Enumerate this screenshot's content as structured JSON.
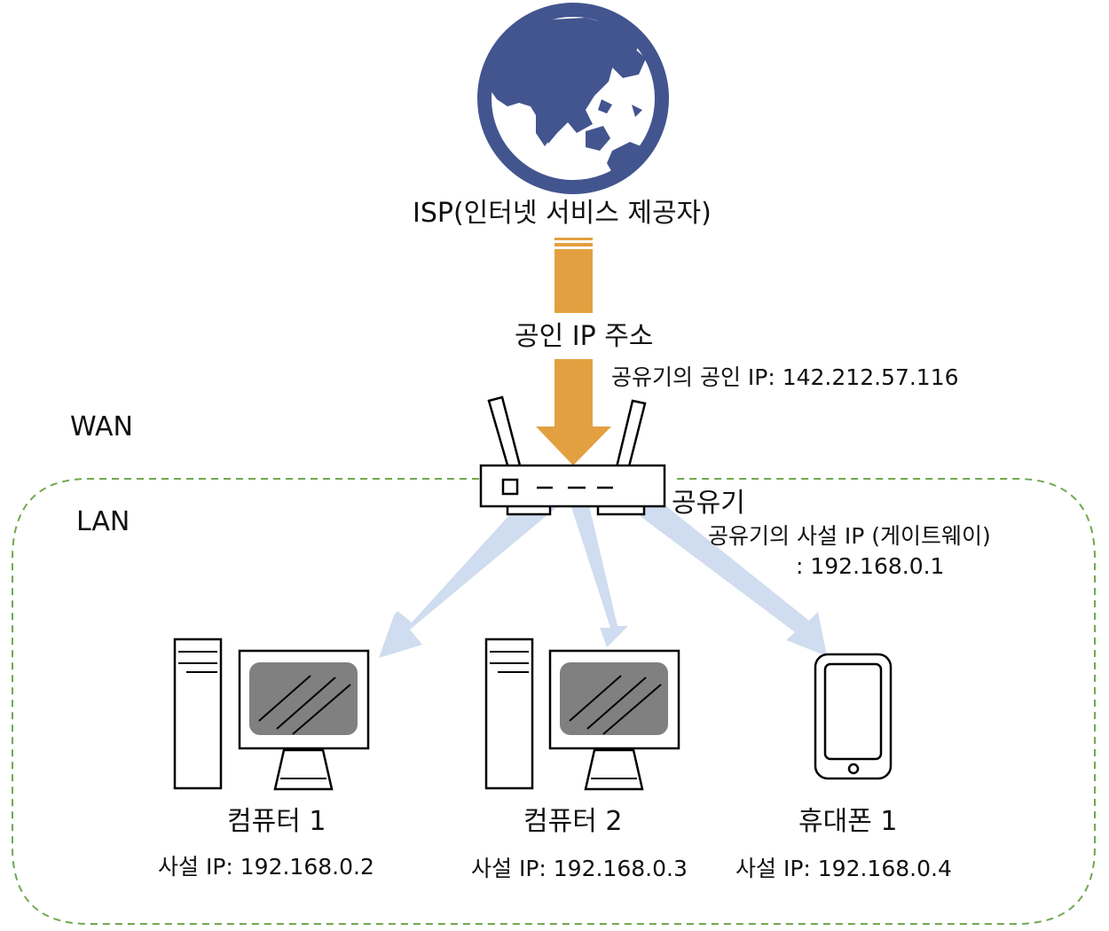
{
  "isp": {
    "label": "ISP(인터넷 서비스 제공자)"
  },
  "wan_label": "WAN",
  "lan_label": "LAN",
  "public_ip": {
    "label": "공인 IP 주소",
    "router_public_ip": "공유기의 공인 IP: 142.212.57.116"
  },
  "router": {
    "label": "공유기",
    "private_ip_line1": "공유기의 사설 IP (게이트웨이)",
    "private_ip_line2": ": 192.168.0.1"
  },
  "devices": [
    {
      "name": "컴퓨터 1",
      "ip": "사설 IP: 192.168.0.2"
    },
    {
      "name": "컴퓨터 2",
      "ip": "사설 IP: 192.168.0.3"
    },
    {
      "name": "휴대폰 1",
      "ip": "사설 IP: 192.168.0.4"
    }
  ],
  "colors": {
    "globe": "#43558f",
    "arrow_orange": "#e3a040",
    "lan_arrow": "#d0dcef",
    "lan_border": "#70a850",
    "screen": "#808080"
  }
}
